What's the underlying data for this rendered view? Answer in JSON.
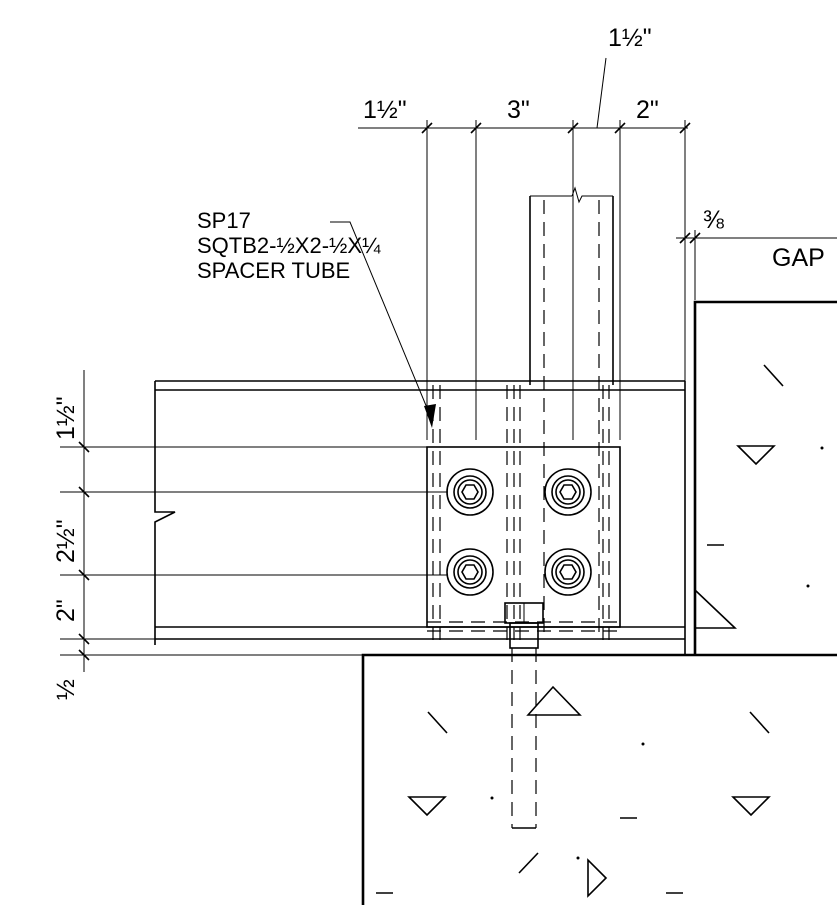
{
  "drawing": {
    "top_dimensions": {
      "d1": "1½\"",
      "d2": "3\"",
      "d3": "1½\"",
      "d4": "2\""
    },
    "gap": {
      "fraction": "⅜",
      "label": "GAP"
    },
    "spacer_callout": {
      "line1": "SP17",
      "line2": "SQTB2-½X2-½X¼",
      "line3": "SPACER TUBE"
    },
    "left_dimensions": {
      "v1": "1½\"",
      "v2": "2½\"",
      "v3": "2\"",
      "v4": "½"
    }
  }
}
